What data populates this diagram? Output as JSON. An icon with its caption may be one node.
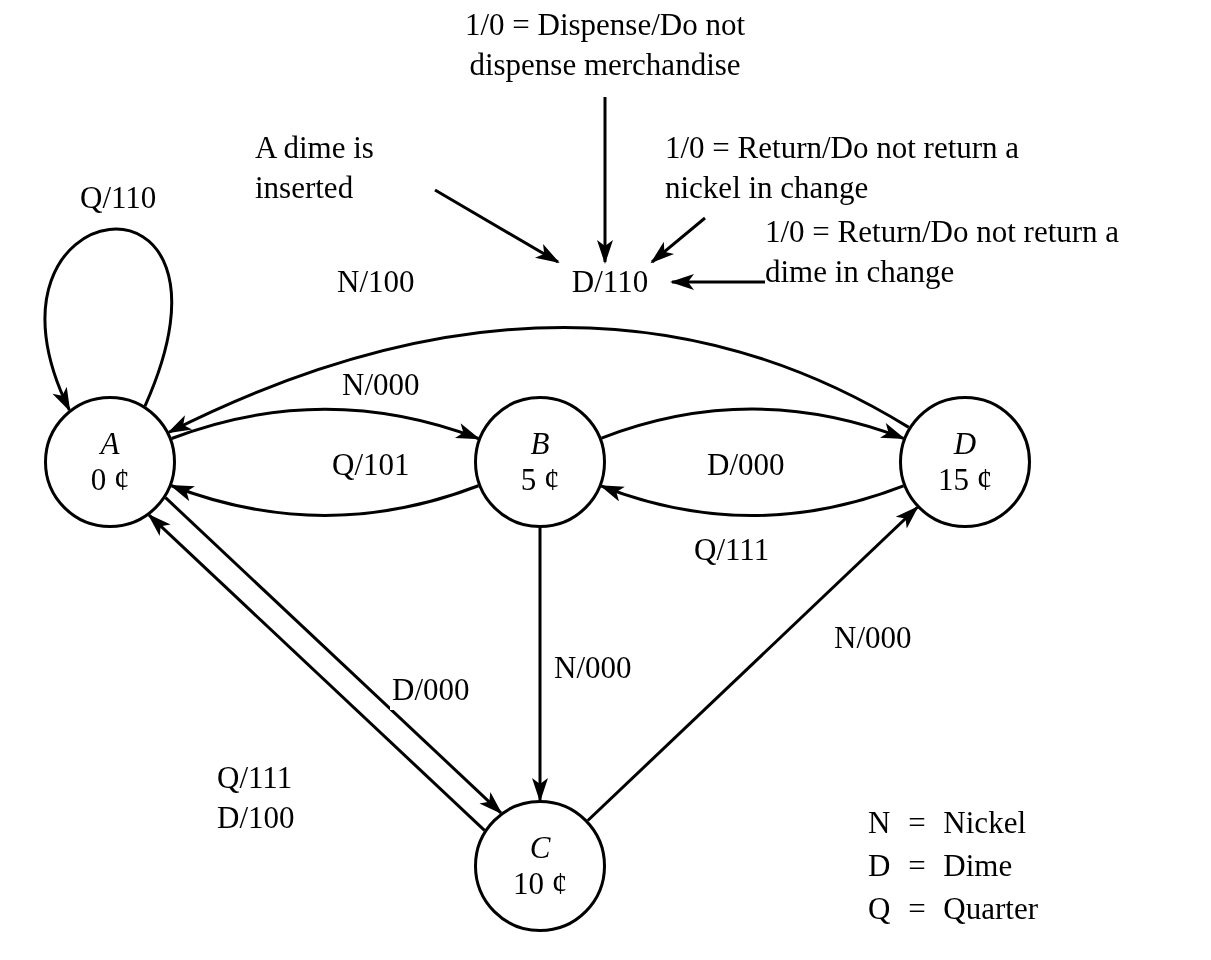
{
  "diagram": {
    "nodes": [
      {
        "text": [
          "A",
          "0 ¢"
        ]
      },
      {
        "text": [
          "B",
          "5 ¢"
        ]
      },
      {
        "text": [
          "C",
          "10 ¢"
        ]
      },
      {
        "text": [
          "D",
          "15 ¢"
        ]
      },
      {
        "text": [
          "D/110"
        ]
      },
      {
        "text": [
          "1/0 = Dispense/Do not dispense merchandise"
        ]
      },
      {
        "text": [
          "A dime is inserted"
        ]
      },
      {
        "text": [
          "1/0 = Return/Do not return a nickel in change"
        ]
      },
      {
        "text": [
          "1/0 = Return/Do not return a dime in change"
        ]
      }
    ],
    "edges": [
      {
        "from": 0,
        "to": 0,
        "arrow": "to",
        "label": "Q/110"
      },
      {
        "from": 3,
        "to": 0,
        "arrow": "to",
        "label": "N/100"
      },
      {
        "from": 0,
        "to": 1,
        "arrow": "to",
        "label": "N/000"
      },
      {
        "from": 1,
        "to": 0,
        "arrow": "to",
        "label": "Q/101"
      },
      {
        "from": 1,
        "to": 3,
        "arrow": "to",
        "label": "D/000"
      },
      {
        "from": 3,
        "to": 1,
        "arrow": "to",
        "label": "Q/111"
      },
      {
        "from": 1,
        "to": 2,
        "arrow": "to",
        "label": "N/000"
      },
      {
        "from": 0,
        "to": 2,
        "arrow": "to",
        "label": "D/000"
      },
      {
        "from": 2,
        "to": 0,
        "arrow": "to",
        "label": "Q/111 D/100"
      },
      {
        "from": 2,
        "to": 3,
        "arrow": "to",
        "label": "N/000"
      },
      {
        "from": 5,
        "to": 4,
        "arrow": "to"
      },
      {
        "from": 6,
        "to": 4,
        "arrow": "to"
      },
      {
        "from": 7,
        "to": 4,
        "arrow": "to"
      },
      {
        "from": 8,
        "to": 4,
        "arrow": "to"
      }
    ],
    "labels": [
      "N = Nickel",
      "D = Dime",
      "Q = Quarter"
    ]
  }
}
